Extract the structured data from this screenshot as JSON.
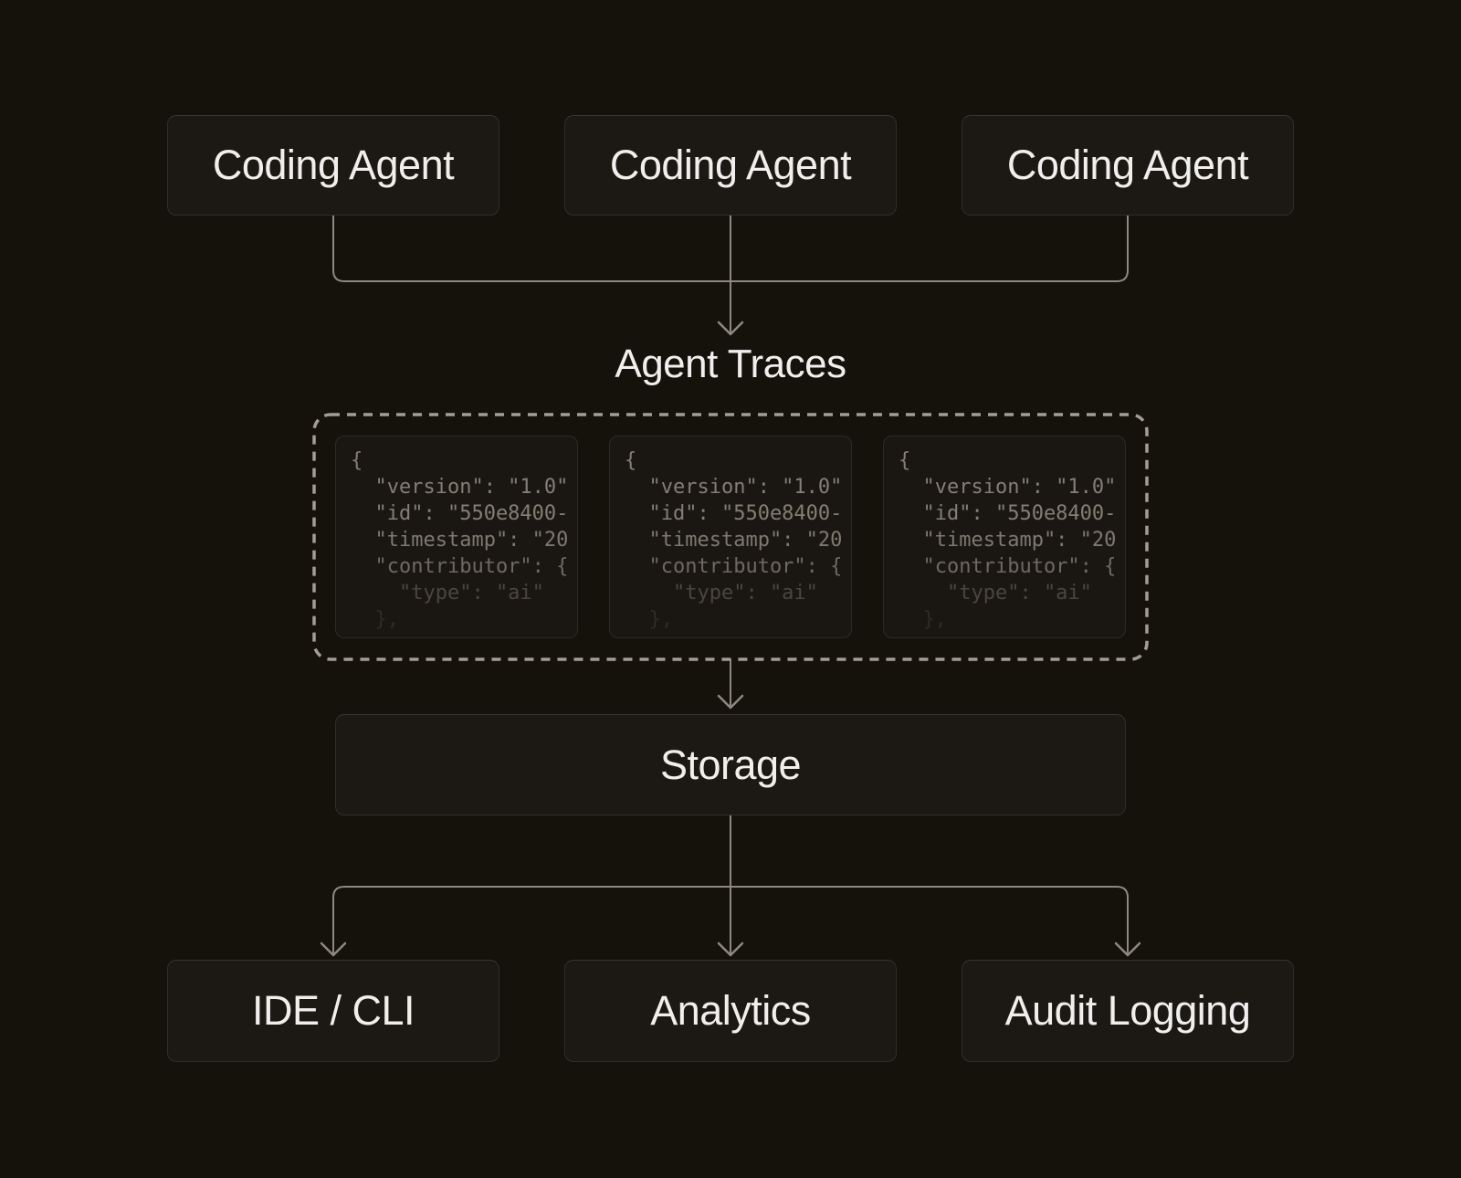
{
  "top_row": {
    "items": [
      {
        "label": "Coding Agent"
      },
      {
        "label": "Coding Agent"
      },
      {
        "label": "Coding Agent"
      }
    ]
  },
  "traces_section": {
    "heading": "Agent Traces",
    "code_lines": [
      "{",
      "  \"version\": \"1.0\"",
      "  \"id\": \"550e8400-",
      "  \"timestamp\": \"20",
      "  \"contributor\": {",
      "    \"type\": \"ai\"",
      "  },"
    ]
  },
  "storage": {
    "label": "Storage"
  },
  "bottom_row": {
    "items": [
      {
        "label": "IDE / CLI"
      },
      {
        "label": "Analytics"
      },
      {
        "label": "Audit Logging"
      }
    ]
  },
  "colors": {
    "background": "#15120c",
    "box_fill": "#1c1915",
    "box_border": "#312d26",
    "label_text": "#f0efed",
    "line": "#8d8881",
    "dashed_border": "#a39d94",
    "code_text": "#847e74"
  }
}
